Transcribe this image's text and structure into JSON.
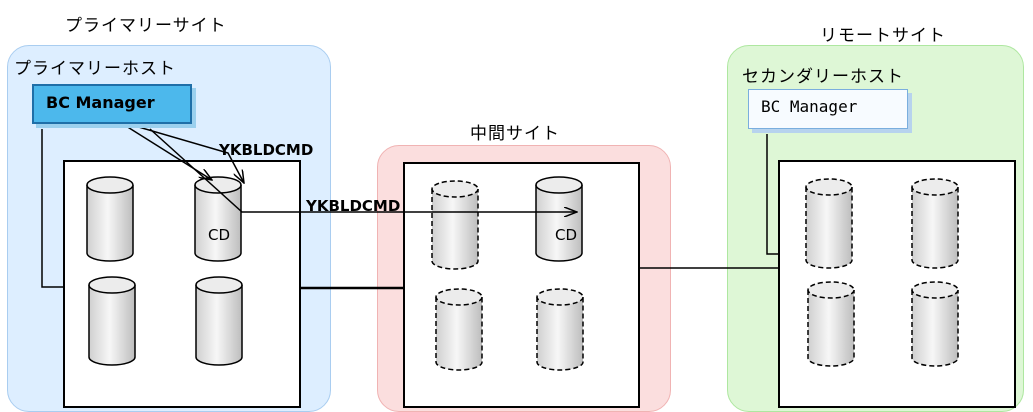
{
  "primary_site": {
    "title": "プライマリーサイト",
    "host_label": "プライマリーホスト",
    "manager_label": "BC Manager",
    "command_label": "YKBLDCMD",
    "volume_label": "CD"
  },
  "intermediate_site": {
    "title": "中間サイト",
    "command_label": "YKBLDCMD",
    "volume_label": "CD"
  },
  "remote_site": {
    "title": "リモートサイト",
    "host_label": "セカンダリーホスト",
    "manager_label": "BC Manager"
  },
  "colors": {
    "primary_bg": "#ddeeff",
    "primary_border": "#a9cdf0",
    "intermediate_bg": "#fbdede",
    "intermediate_border": "#f0b3b3",
    "remote_bg": "#def7d6",
    "remote_border": "#aee7a0",
    "manager_active_bg": "#4cb8ec",
    "manager_inactive_bg": "#f7fbff"
  }
}
